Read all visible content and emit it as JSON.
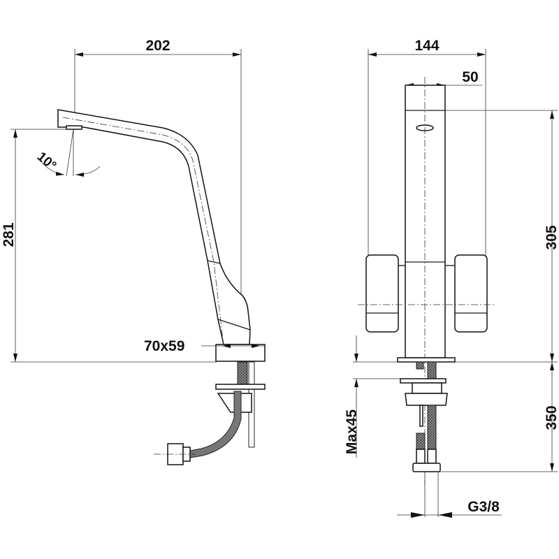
{
  "side_view": {
    "width_dim": "202",
    "height_dim": "281",
    "angle_dim": "10°",
    "base_dim": "70x59"
  },
  "front_view": {
    "width_dim": "144",
    "column_dim": "50",
    "height_dim": "305",
    "hose_dim": "350",
    "max_thickness_dim": "Max45",
    "thread_dim": "G3/8"
  }
}
